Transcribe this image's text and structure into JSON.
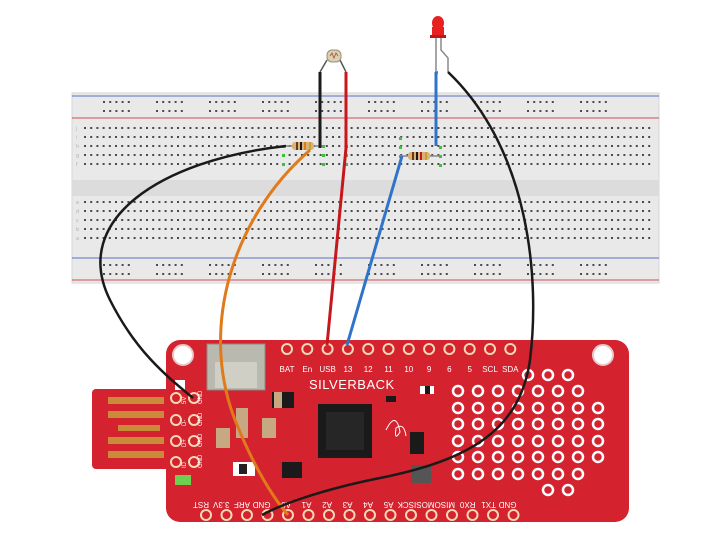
{
  "board": {
    "name": "SILVERBACK",
    "top_pins": [
      "BAT",
      "En",
      "USB",
      "13",
      "12",
      "11",
      "10",
      "9",
      "6",
      "5",
      "SCL",
      "SDA"
    ],
    "bottom_pins": [
      "RST",
      "3.3V",
      "ARF",
      "GND",
      "A0",
      "A1",
      "A2",
      "A3",
      "A4",
      "A5",
      "SCK",
      "MOSI",
      "MISO",
      "RX0",
      "TX1",
      "GND"
    ],
    "usb_pins": [
      "GND",
      "GND",
      "GND",
      "GND"
    ],
    "usb_side_pins": [
      "5V",
      "D-",
      "D+",
      "ID"
    ]
  },
  "colors": {
    "board": "#d4222f",
    "breadboard": "#e8e8e8",
    "wire_black": "#1a1a1a",
    "wire_red": "#c8161d",
    "wire_blue": "#2f74c8",
    "wire_orange": "#e07a1a",
    "led": "#e82020"
  }
}
